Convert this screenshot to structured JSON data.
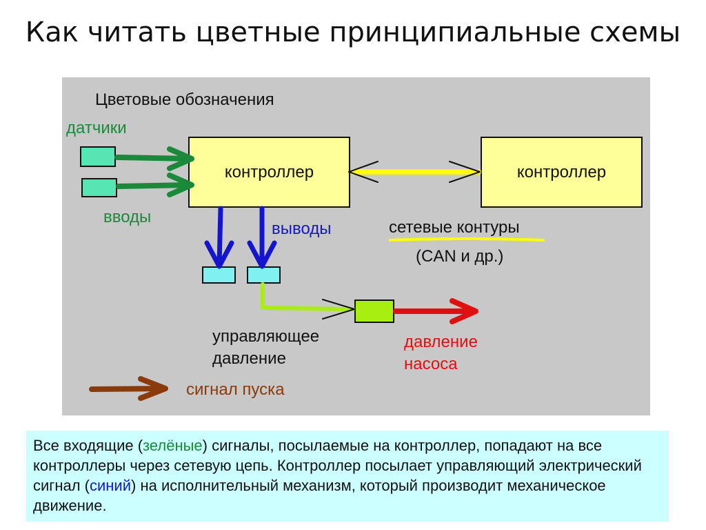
{
  "title": "Как читать цветные принципиальные схемы",
  "diagram": {
    "legend_heading": "Цветовые обозначения",
    "sensors_label": "датчики",
    "inputs_label": "вводы",
    "controller_left": "контроллер",
    "controller_right": "контроллер",
    "outputs_label": "выводы",
    "network_label": "сетевые контуры",
    "network_sub": "(CAN и др.)",
    "control_pressure_line1": "управляющее",
    "control_pressure_line2": "давление",
    "pump_pressure_line1": "давление",
    "pump_pressure_line2": "насоса",
    "start_signal_label": "сигнал пуска"
  },
  "colors": {
    "panel": "#c8c8c8",
    "controller": "#ffff99",
    "inputs_arrow": "#1a8a3a",
    "outputs_arrow": "#1515d0",
    "network": "#ffff00",
    "control_pressure": "#a8ee10",
    "pump_pressure": "#e01010",
    "start_signal": "#8b3a0a",
    "note_bg": "#ccffff"
  },
  "note": {
    "part1": "Все входящие (",
    "green_word": "зелёные",
    "part2": ") сигналы, посылаемые на контроллер, попадают на все контроллеры через сетевую цепь. Контроллер посылает управляющий электрический сигнал (",
    "blue_word": "синий",
    "part3": ") на исполнительный механизм, который производит механическое движение."
  }
}
